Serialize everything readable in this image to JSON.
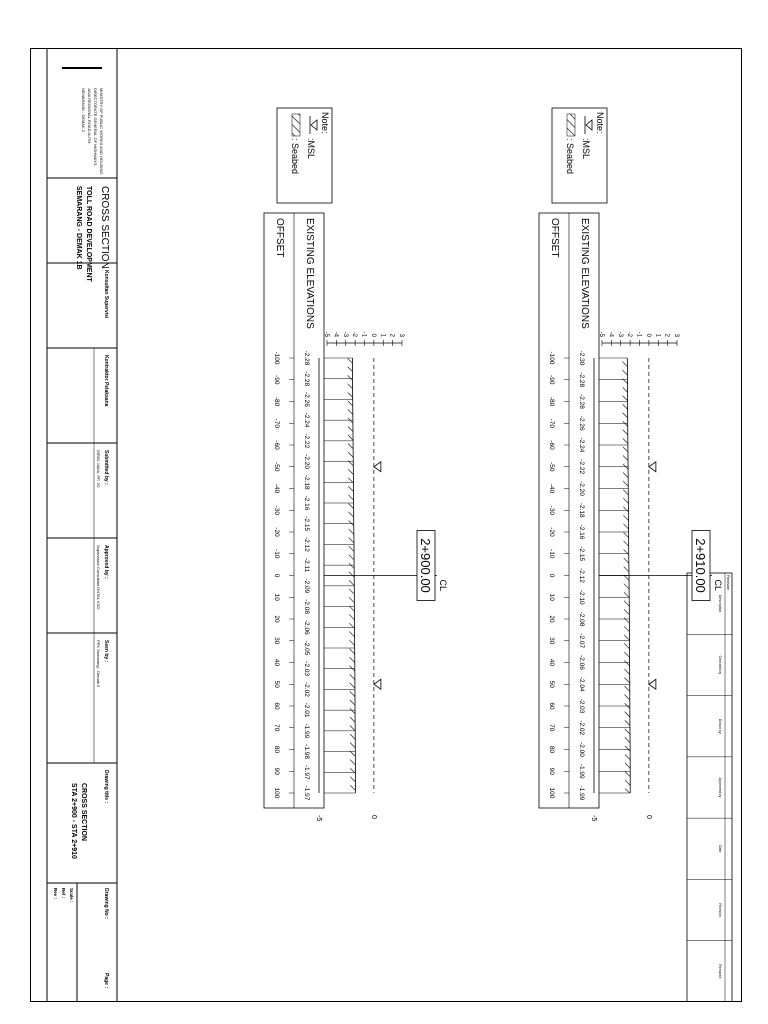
{
  "sections": [
    {
      "station": "2+900.00",
      "cl": "CL",
      "existing_label": "EXISTING ELEVATIONS",
      "offset_label": "OFFSET",
      "elevations": [
        "-2.28",
        "-2.28",
        "-2.26",
        "-2.24",
        "-2.22",
        "-2.20",
        "-2.18",
        "-2.16",
        "-2.15",
        "-2.12",
        "-2.11",
        "-2.09",
        "-2.08",
        "-2.06",
        "-2.05",
        "-2.03",
        "-2.02",
        "-2.01",
        "-1.99",
        "-1.98",
        "-1.97",
        "-1.97"
      ],
      "offsets": [
        "-100",
        "-90",
        "-80",
        "-70",
        "-60",
        "-50",
        "-40",
        "-30",
        "-20",
        "-10",
        "0",
        "10",
        "20",
        "30",
        "40",
        "50",
        "60",
        "70",
        "80",
        "90",
        "100"
      ],
      "scale_ticks": [
        "3",
        "2",
        "1",
        "0",
        "-1",
        "-2",
        "-3",
        "-4",
        "-5"
      ],
      "right_axis": [
        "0",
        "-5"
      ],
      "note_title": "Note:",
      "note_msl": ":MSL",
      "note_seabed": ": Seabed"
    },
    {
      "station": "2+910.00",
      "cl": "CL",
      "existing_label": "EXISTING ELEVATIONS",
      "offset_label": "OFFSET",
      "elevations": [
        "-2.30",
        "-2.28",
        "-2.28",
        "-2.26",
        "-2.24",
        "-2.22",
        "-2.20",
        "-2.18",
        "-2.16",
        "-2.15",
        "-2.12",
        "-2.10",
        "-2.08",
        "-2.07",
        "-2.06",
        "-2.04",
        "-2.03",
        "-2.02",
        "-2.00",
        "-1.99",
        "-1.99"
      ],
      "offsets": [
        "-100",
        "-90",
        "-80",
        "-70",
        "-60",
        "-50",
        "-40",
        "-30",
        "-20",
        "-10",
        "0",
        "10",
        "20",
        "30",
        "40",
        "50",
        "60",
        "70",
        "80",
        "90",
        "100"
      ],
      "scale_ticks": [
        "3",
        "2",
        "1",
        "0",
        "-1",
        "-2",
        "-3",
        "-4",
        "-5"
      ],
      "right_axis": [
        "0",
        "-5"
      ],
      "note_title": "Note:",
      "note_msl": ":MSL",
      "note_seabed": ": Seabed"
    }
  ],
  "title_block": {
    "ministry": [
      "MINISTRY OF PUBLIC WORKS AND HOUSING",
      "DIRECTORATE GENERAL OF HIGHWAYS",
      "JAVA REGIONAL ROAD AUTH.",
      "SEMARANG - DEMAK 2"
    ],
    "drawing_kind": "CROSS SECTION",
    "project_line1": "TOLL ROAD DEVELOPMENT",
    "project_line2": "SEMARANG - DEMAK 1B",
    "konsultan_supervisi": "Konsultan Supervisi",
    "kontraktor_pelaksana": "Kontraktor Pelaksana",
    "submitted_by": "Submitted by :",
    "approved_by": "Approved by :",
    "seen_by": "Seen by :",
    "submitted_name": "DIRIG. MAIA, PP, JO",
    "approved_name": "Supervision Consultant DNTAL KSO",
    "seen_name": "PPK Semarang - Demak 2",
    "drawing_title_label": "Drawing title :",
    "drawing_title_1": "CROSS SECTION",
    "drawing_title_2": "STA 2+900 - STA 2+910",
    "drawing_no_label": "Drawing No :",
    "page_label": "Page :",
    "scale_label": "Scale :",
    "ref_label": "Ref :",
    "rev_label": "Rev :",
    "revision_label": "Revision :"
  },
  "revision_table": {
    "header": "Revision",
    "columns": [
      "Description",
      "Checked by",
      "Drawn by",
      "Approved by",
      "Date",
      "Revision",
      "Remarks"
    ]
  }
}
